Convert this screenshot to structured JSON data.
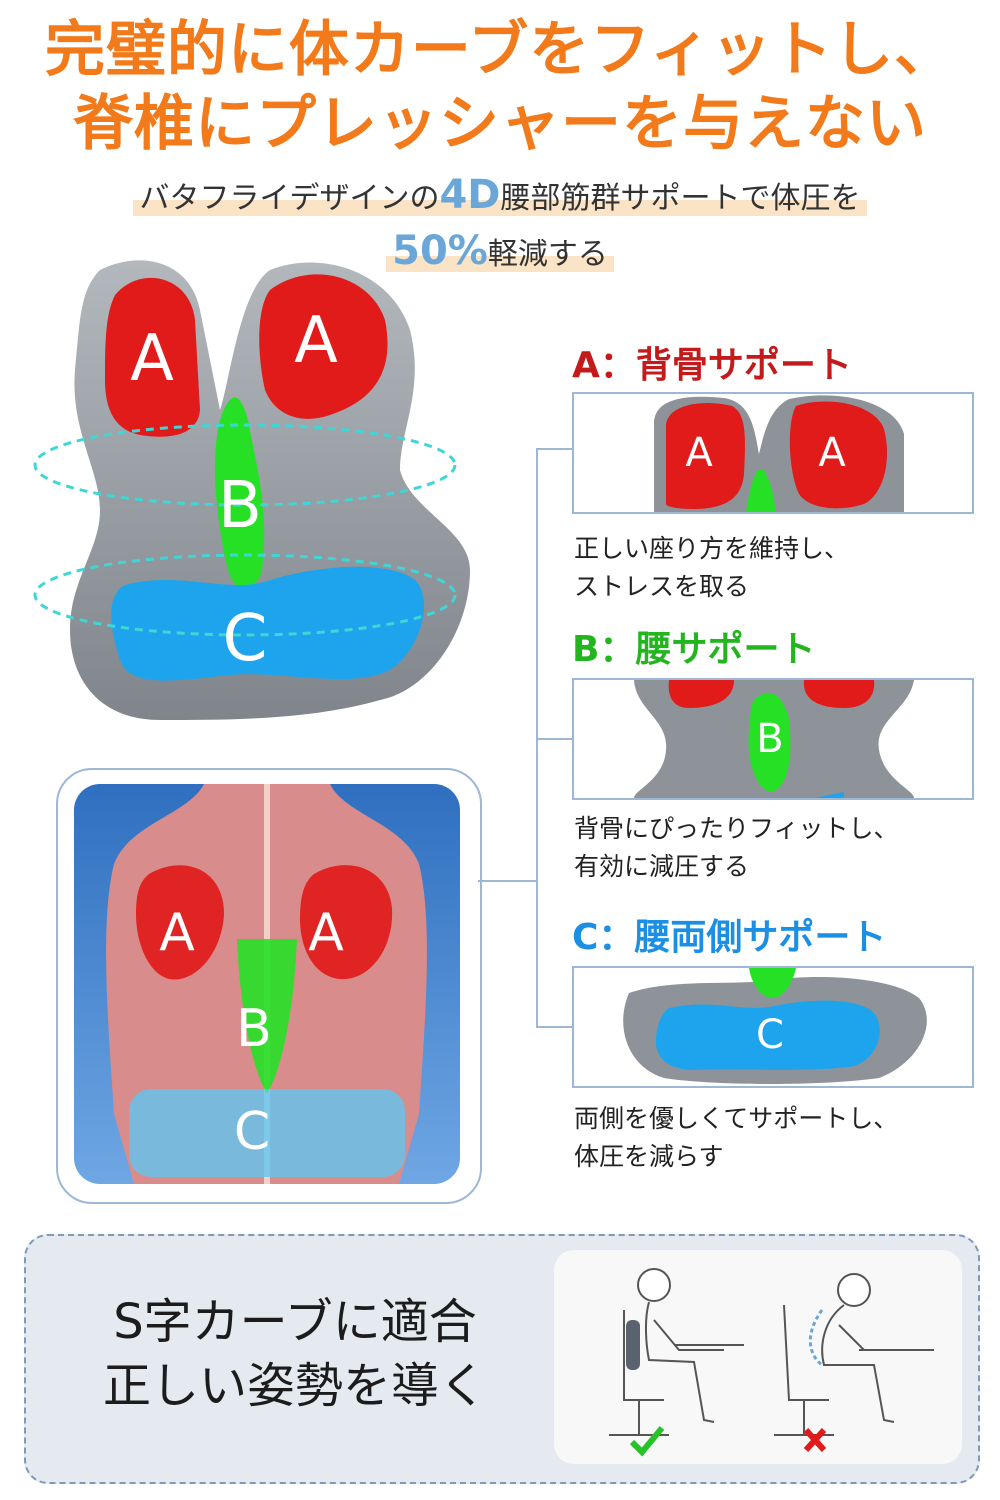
{
  "header": {
    "line1": "完璧的に体カーブをフィットし、",
    "line2": "脊椎にプレッシャーを与えない",
    "sub1_pre": "バタフライデザインの",
    "sub1_4d": "4D",
    "sub1_post": "腰部筋群サポートで体圧を",
    "sub2_pct": "50%",
    "sub2_post": "軽減する"
  },
  "zones": {
    "a": "A",
    "b": "B",
    "c": "C"
  },
  "sections": [
    {
      "title": "A：背骨サポート",
      "color": "#c31b1b",
      "desc1": "正しい座り方を維持し、",
      "desc2": "ストレスを取る"
    },
    {
      "title": "B：腰サポート",
      "color": "#22b51e",
      "desc1": "背骨にぴったりフィットし、",
      "desc2": "有効に減圧する"
    },
    {
      "title": "C：腰両側サポート",
      "color": "#1a8fe3",
      "desc1": "両側を優しくてサポートし、",
      "desc2": "体圧を減らす"
    }
  ],
  "footer": {
    "line1": "S字カーブに適合",
    "line2": "正しい姿勢を導く"
  },
  "colors": {
    "orange": "#f27a1a",
    "red": "#e11a1a",
    "green": "#25e025",
    "blue": "#1ea4ec",
    "gray": "#8e9399"
  }
}
